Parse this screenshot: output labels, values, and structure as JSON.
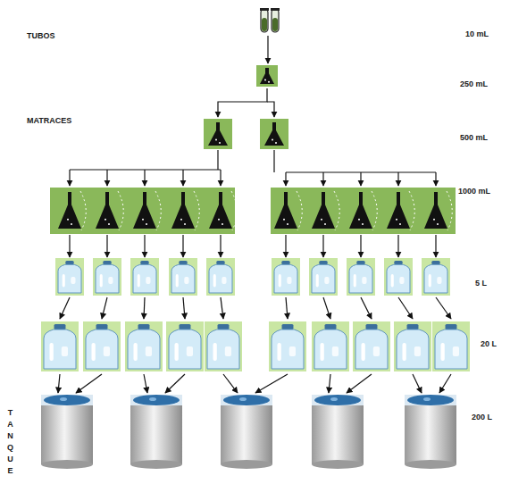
{
  "diagram": {
    "labels": [
      "TUBOS",
      "10 mL",
      "250 mL",
      "MATRACES",
      "500 mL",
      "1000 mL",
      "5 L",
      "20 L",
      "TANQUE",
      "200 L"
    ]
  }
}
